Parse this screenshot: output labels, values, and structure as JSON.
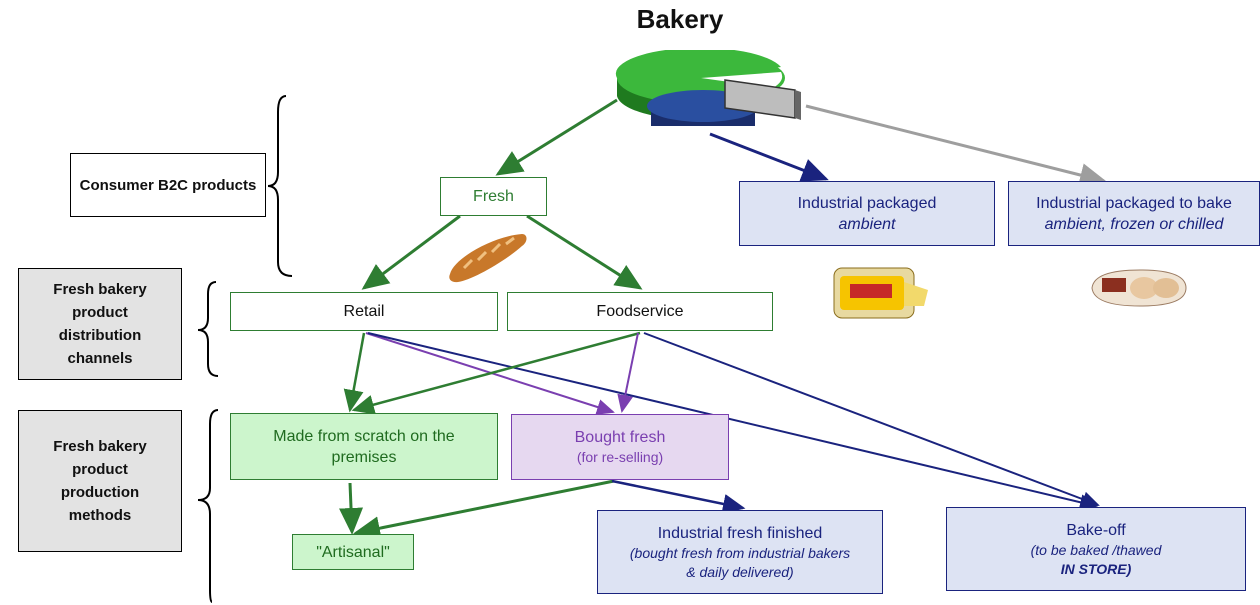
{
  "title": "Bakery",
  "labels": {
    "consumer": "Consumer B2C products",
    "channels": "Fresh bakery product distribution channels",
    "methods": "Fresh bakery product production methods"
  },
  "nodes": {
    "fresh": "Fresh",
    "industrial_ambient": {
      "line1": "Industrial packaged",
      "line2": "ambient"
    },
    "industrial_bake": {
      "line1": "Industrial packaged to bake",
      "line2": "ambient, frozen or chilled"
    },
    "retail": "Retail",
    "foodservice": "Foodservice",
    "scratch": "Made from scratch on the premises",
    "bought_fresh": {
      "line1": "Bought fresh",
      "line2": "(for re-selling)"
    },
    "artisanal": "\"Artisanal\"",
    "industrial_fresh": {
      "line1": "Industrial fresh finished",
      "line2": "(bought fresh from industrial bakers",
      "line3": "& daily delivered)"
    },
    "bakeoff": {
      "line1": "Bake-off",
      "line2": "(to be baked /thawed",
      "line3": "IN STORE)"
    }
  },
  "colors": {
    "green": "#2e7d32",
    "purple": "#7a3fb0",
    "blue": "#1a237e",
    "grey": "#9e9e9e",
    "pie_green": "#3cb83c",
    "pie_blue": "#2a4fa0"
  },
  "icons": [
    "pie-chart-icon",
    "baguette-icon",
    "packaged-bread-icon",
    "packaged-rolls-icon"
  ]
}
